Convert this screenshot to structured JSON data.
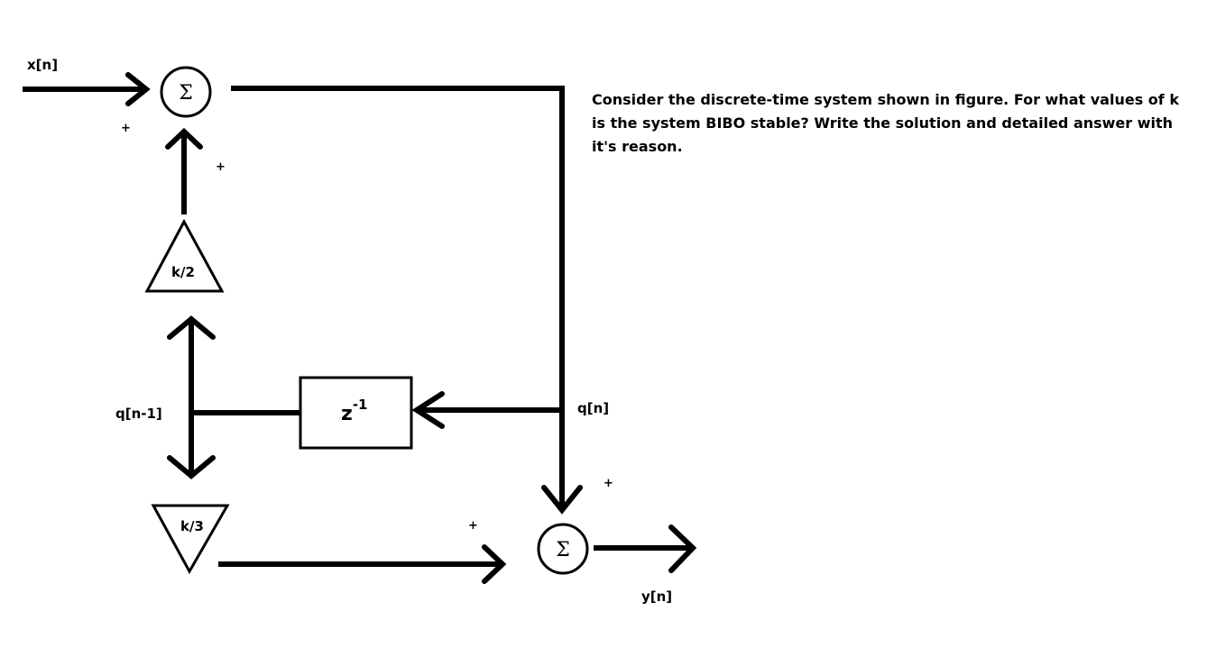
{
  "question": {
    "text": "Consider the discrete-time system shown in figure. For what values of k is the system BIBO stable? Write the solution and detailed answer with it's reason."
  },
  "diagram": {
    "input_label": "x[n]",
    "output_label": "y[n]",
    "state_label": "q[n]",
    "delayed_state_label": "q[n-1]",
    "sum_symbol": "Σ",
    "plus_sign": "+",
    "delay_base": "z",
    "delay_exponent": "-1",
    "gain_top": "k/2",
    "gain_bottom": "k/3"
  }
}
